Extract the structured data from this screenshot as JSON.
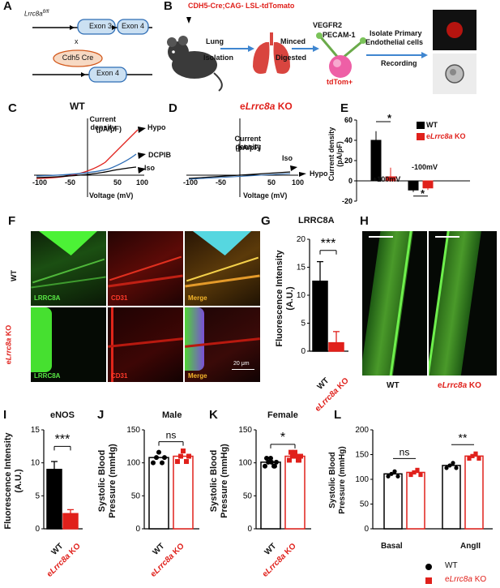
{
  "panels": {
    "A": "A",
    "B": "B",
    "C": "C",
    "D": "D",
    "E": "E",
    "F": "F",
    "G": "G",
    "H": "H",
    "I": "I",
    "J": "J",
    "K": "K",
    "L": "L"
  },
  "panelA": {
    "gene": "Lrrc8a",
    "gene_sup": "fl/fl",
    "exon3": "Exon 3",
    "exon4": "Exon 4",
    "cross": "x",
    "cre": "Cdh5 Cre",
    "exon4_after": "Exon 4"
  },
  "panelB": {
    "title": "CDH5-Cre;CAG- LSL-tdTomato",
    "lung": "Lung",
    "isolation": "Isolation",
    "minced": "Minced",
    "digested": "Digested",
    "vegfr2": "VEGFR2",
    "pecam1": "PECAM-1",
    "tdtom": "tdTom+",
    "isolate1": "Isolate Primary",
    "isolate2": "Endothelial cells",
    "recording": "Recording"
  },
  "panelC": {
    "title": "WT",
    "ylabel1": "Current density",
    "ylabel2": "(pA/pF)",
    "xlabel": "Voltage (mV)",
    "labels": [
      "Hypo",
      "DCPIB",
      "Iso"
    ],
    "xticks": [
      "-100",
      "-50",
      "50",
      "100"
    ]
  },
  "panelD": {
    "title_prefix": "e",
    "title_gene": "Lrrc8a",
    "title_suffix": " KO",
    "ylabel1": "Current density",
    "ylabel2": "(pA/pF)",
    "xlabel": "Voltage (mV)",
    "labels": [
      "Iso",
      "Hypo"
    ],
    "xticks": [
      "-100",
      "-50",
      "50",
      "100"
    ]
  },
  "panelE": {
    "ylabel1": "Current density",
    "ylabel2": "(pA/pF)",
    "legend_wt": "WT",
    "legend_ko_prefix": "e",
    "legend_ko_gene": "Lrrc8a",
    "legend_ko_suffix": " KO",
    "group1": "+100mV",
    "group2": "-100mV",
    "sig": "*",
    "yticks": [
      "60",
      "40",
      "20",
      "0",
      "-20"
    ],
    "chart_data": {
      "type": "bar",
      "categories": [
        "+100mV",
        "-100mV"
      ],
      "series": [
        {
          "name": "WT",
          "values": [
            40,
            -9
          ]
        },
        {
          "name": "eLrrc8a KO",
          "values": [
            4,
            -7
          ]
        }
      ],
      "ylabel": "Current density (pA/pF)",
      "ylim": [
        -20,
        60
      ]
    }
  },
  "panelF": {
    "row1": "WT",
    "row2_prefix": "e",
    "row2_gene": "Lrrc8a",
    "row2_suffix": " KO",
    "ch1": "LRRC8A",
    "ch2": "CD31",
    "ch3": "Merge",
    "scale": "20 μm"
  },
  "panelG": {
    "title": "LRRC8A",
    "ylabel1": "Fluorescence Intensity",
    "ylabel2": "(A.U.)",
    "sig": "***",
    "xt1": "WT",
    "xt2_prefix": "e",
    "xt2_gene": "Lrrc8a",
    "xt2_suffix": " KO",
    "yticks": [
      "20",
      "15",
      "10",
      "5",
      "0"
    ],
    "chart_data": {
      "type": "bar",
      "categories": [
        "WT",
        "eLrrc8a KO"
      ],
      "values": [
        12.5,
        1.5
      ],
      "errors": [
        3.5,
        2.0
      ],
      "ylim": [
        0,
        20
      ]
    }
  },
  "panelH": {
    "x1": "WT",
    "x2_prefix": "e",
    "x2_gene": "Lrrc8a",
    "x2_suffix": " KO"
  },
  "panelI": {
    "title": "eNOS",
    "ylabel1": "Fluorescence Intensity",
    "ylabel2": "(A.U.)",
    "sig": "***",
    "xt1": "WT",
    "xt2_prefix": "e",
    "xt2_gene": "Lrrc8a",
    "xt2_suffix": " KO",
    "yticks": [
      "15",
      "10",
      "5",
      "0"
    ],
    "chart_data": {
      "type": "bar",
      "categories": [
        "WT",
        "eLrrc8a KO"
      ],
      "values": [
        9.0,
        2.3
      ],
      "errors": [
        1.2,
        0.6
      ],
      "ylim": [
        0,
        15
      ]
    }
  },
  "panelJ": {
    "title": "Male",
    "ylabel1": "Systolic Blood",
    "ylabel2": "Pressure (mmHg)",
    "sig": "ns",
    "xt1": "WT",
    "xt2_prefix": "e",
    "xt2_gene": "Lrrc8a",
    "xt2_suffix": " KO",
    "yticks": [
      "150",
      "100",
      "50",
      "0"
    ],
    "chart_data": {
      "type": "bar",
      "categories": [
        "WT",
        "eLrrc8a KO"
      ],
      "values": [
        108,
        110
      ],
      "ylim": [
        0,
        150
      ]
    }
  },
  "panelK": {
    "title": "Female",
    "ylabel1": "Systolic Blood",
    "ylabel2": "Pressure (mmHg)",
    "sig": "*",
    "xt1": "WT",
    "xt2_prefix": "e",
    "xt2_gene": "Lrrc8a",
    "xt2_suffix": " KO",
    "yticks": [
      "150",
      "100",
      "50",
      "0"
    ],
    "chart_data": {
      "type": "bar",
      "categories": [
        "WT",
        "eLrrc8a KO"
      ],
      "values": [
        101,
        110
      ],
      "ylim": [
        0,
        150
      ]
    }
  },
  "panelL": {
    "ylabel1": "Systolic Blood",
    "ylabel2": "Pressure (mmHg)",
    "sig1": "ns",
    "sig2": "**",
    "xt1": "Basal",
    "xt2": "AngII",
    "yticks": [
      "200",
      "150",
      "100",
      "50",
      "0"
    ],
    "legend_wt": "WT",
    "legend_ko_prefix": "e",
    "legend_ko_gene": "Lrrc8a",
    "legend_ko_suffix": " KO",
    "chart_data": {
      "type": "bar",
      "categories": [
        "Basal",
        "AngII"
      ],
      "series": [
        {
          "name": "WT",
          "values": [
            111,
            128
          ]
        },
        {
          "name": "eLrrc8a KO",
          "values": [
            114,
            147
          ]
        }
      ],
      "ylim": [
        0,
        200
      ]
    }
  },
  "colors": {
    "wt": "#000000",
    "ko": "#e0201b",
    "green": "#39d42a",
    "red_stain": "#d51a12"
  }
}
